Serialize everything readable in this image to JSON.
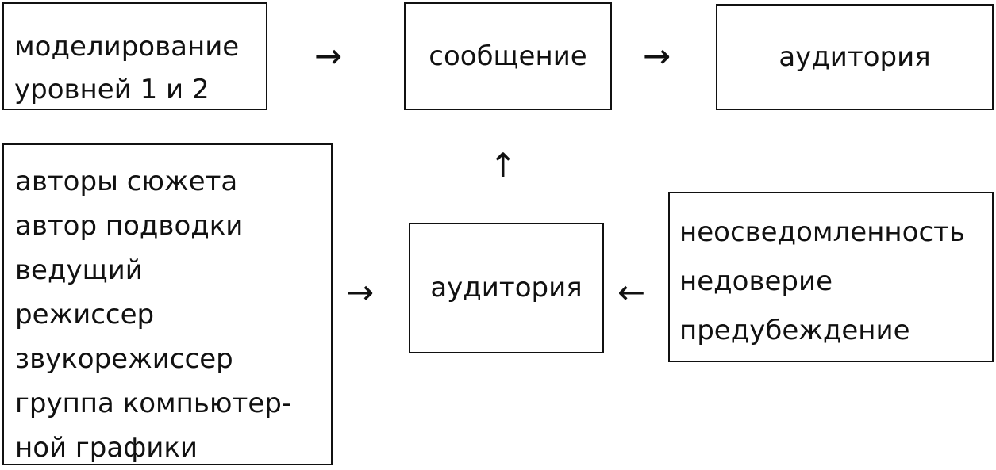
{
  "boxes": {
    "modeling": {
      "lines": [
        "моделирование",
        "уровней 1 и 2"
      ]
    },
    "message": {
      "label": "сообщение"
    },
    "audience_top": {
      "label": "аудитория"
    },
    "authors": {
      "lines": [
        "авторы сюжета",
        "автор подводки",
        "ведущий",
        "режиссер",
        "звукорежиссер",
        "группа компьютер-",
        "ной графики"
      ]
    },
    "audience_middle": {
      "label": "аудитория"
    },
    "barriers": {
      "lines": [
        "неосведомленность",
        "недоверие",
        "предубеждение"
      ]
    }
  },
  "arrows": {
    "right": "→",
    "left": "←",
    "up": "↑"
  }
}
